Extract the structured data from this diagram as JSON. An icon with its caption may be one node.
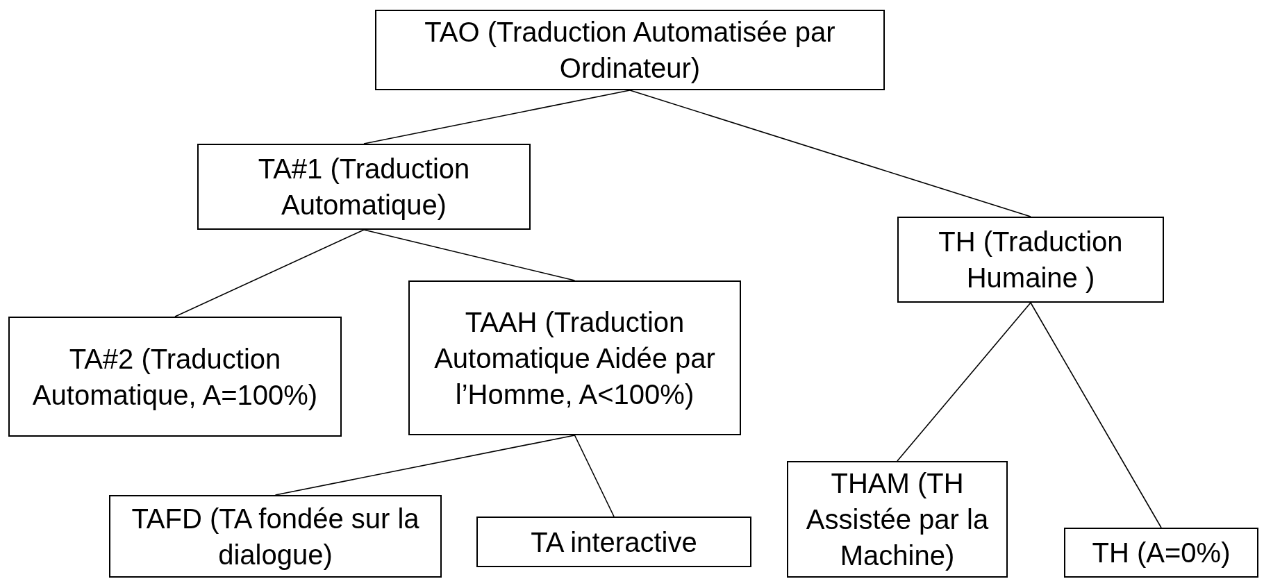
{
  "diagram": {
    "nodes": [
      {
        "text": [
          "TAO (Traduction Automatisée par Ordinateur)"
        ]
      },
      {
        "text": [
          "TA#1 (Traduction Automatique)"
        ]
      },
      {
        "text": [
          "TH (Traduction Humaine )"
        ]
      },
      {
        "text": [
          "TA#2 (Traduction Automatique, A=100%)"
        ]
      },
      {
        "text": [
          "TAAH (Traduction Automatique Aidée par l’Homme, A<100%)"
        ]
      },
      {
        "text": [
          "TAFD (TA fondée sur la dialogue)"
        ]
      },
      {
        "text": [
          "TA interactive"
        ]
      },
      {
        "text": [
          "THAM (TH Assistée par la Machine)"
        ]
      },
      {
        "text": [
          "TH (A=0%)"
        ]
      }
    ],
    "edges": [
      {
        "from": 0,
        "to": 1,
        "arrow": "none"
      },
      {
        "from": 0,
        "to": 2,
        "arrow": "none"
      },
      {
        "from": 1,
        "to": 3,
        "arrow": "none"
      },
      {
        "from": 1,
        "to": 4,
        "arrow": "none"
      },
      {
        "from": 4,
        "to": 5,
        "arrow": "none"
      },
      {
        "from": 4,
        "to": 6,
        "arrow": "none"
      },
      {
        "from": 2,
        "to": 7,
        "arrow": "none"
      },
      {
        "from": 2,
        "to": 8,
        "arrow": "none"
      }
    ]
  }
}
